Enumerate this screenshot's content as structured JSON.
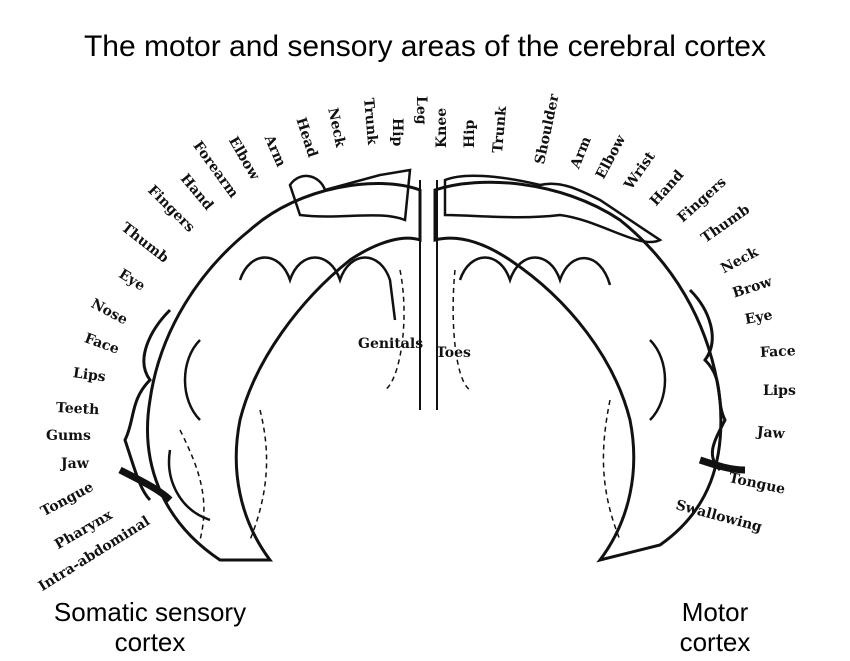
{
  "title": "The motor and sensory areas of the cerebral cortex",
  "sensory": {
    "caption_line1": "Somatic sensory",
    "caption_line2": "cortex",
    "labels": [
      "Leg",
      "Hip",
      "Trunk",
      "Neck",
      "Head",
      "Arm",
      "Elbow",
      "Forearm",
      "Hand",
      "Fingers",
      "Thumb",
      "Eye",
      "Nose",
      "Face",
      "Lips",
      "Teeth",
      "Gums",
      "Jaw",
      "Tongue",
      "Pharynx",
      "Intra-abdominal"
    ],
    "medial_label": "Genitals"
  },
  "motor": {
    "caption_line1": "Motor",
    "caption_line2": "cortex",
    "labels": [
      "Knee",
      "Hip",
      "Trunk",
      "Shoulder",
      "Arm",
      "Elbow",
      "Wrist",
      "Hand",
      "Fingers",
      "Thumb",
      "Neck",
      "Brow",
      "Eye",
      "Face",
      "Lips",
      "Jaw",
      "Tongue",
      "Swallowing"
    ],
    "medial_label": "Toes"
  }
}
